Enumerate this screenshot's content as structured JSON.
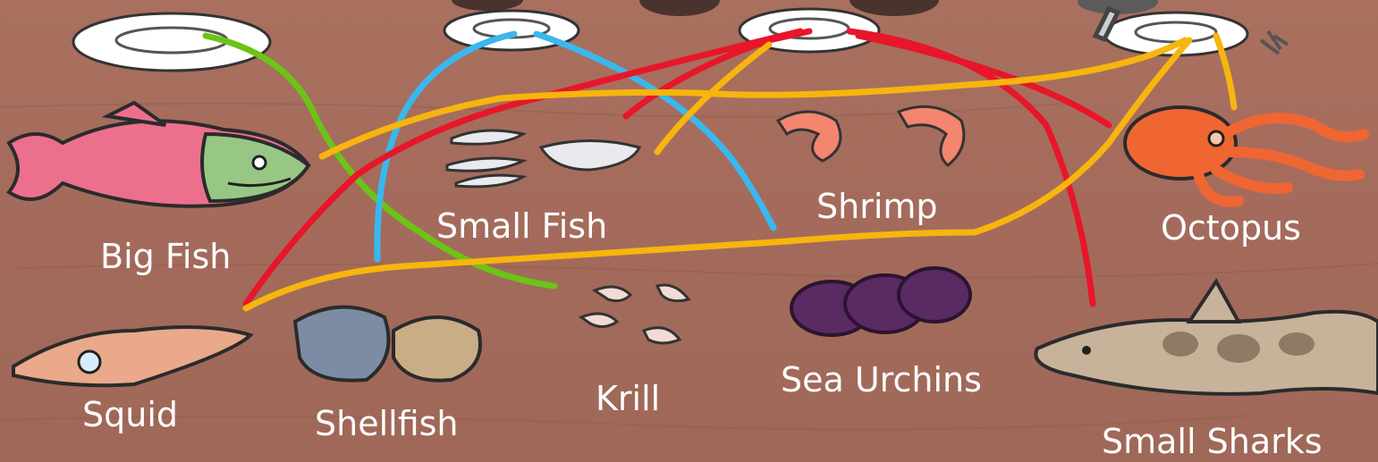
{
  "scene": {
    "background_color": "#a46e60",
    "labels": {
      "big_fish": "Big Fish",
      "small_fish": "Small Fish",
      "shrimp": "Shrimp",
      "octopus": "Octopus",
      "squid": "Squid",
      "shellfish": "Shellfish",
      "krill": "Krill",
      "sea_urchins": "Sea Urchins",
      "small_sharks": "Small Sharks"
    },
    "line_colors": {
      "green": "#6cc416",
      "blue": "#39b8ef",
      "red": "#e8162a",
      "yellow": "#f7b50e"
    },
    "icons": [
      "plate-icon",
      "fork-icon",
      "big-fish-icon",
      "small-fish-icon",
      "shrimp-icon",
      "octopus-icon",
      "squid-icon",
      "shellfish-icon",
      "krill-icon",
      "sea-urchin-icon",
      "small-shark-icon"
    ]
  }
}
